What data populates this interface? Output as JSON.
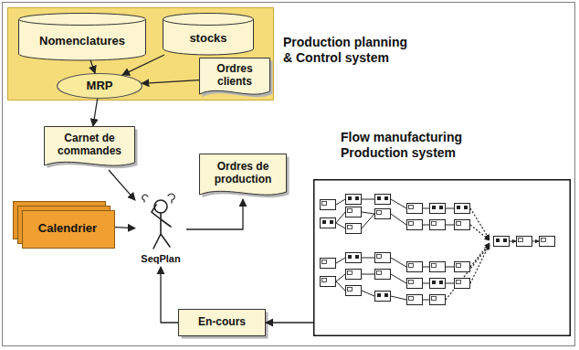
{
  "diagram": {
    "nodes": [
      {
        "text": [
          "Production planning & Control system"
        ]
      },
      {
        "text": [
          "Nomenclatures"
        ],
        "in": 0
      },
      {
        "text": [
          "stocks"
        ],
        "in": 0
      },
      {
        "text": [
          "Ordres clients"
        ],
        "in": 0
      },
      {
        "text": [
          "MRP"
        ],
        "in": 0
      },
      {
        "text": [
          "Carnet de commandes"
        ]
      },
      {
        "text": [
          "Ordres de production"
        ]
      },
      {
        "text": [
          "Calendrier"
        ]
      },
      {
        "text": [
          "SeqPlan"
        ]
      },
      {
        "text": [
          "Flow manufacturing Production system"
        ]
      },
      {
        "text": [
          "En-cours"
        ]
      }
    ],
    "edges": [
      {
        "from": 1,
        "to": 4,
        "arrow": "to"
      },
      {
        "from": 2,
        "to": 4,
        "arrow": "to"
      },
      {
        "from": 3,
        "to": 4,
        "arrow": "to"
      },
      {
        "from": 4,
        "to": 5,
        "arrow": "to"
      },
      {
        "from": 5,
        "to": 8,
        "arrow": "to"
      },
      {
        "from": 7,
        "to": 8,
        "arrow": "to"
      },
      {
        "from": 8,
        "to": 6,
        "arrow": "to"
      },
      {
        "from": 9,
        "to": 10,
        "arrow": "to"
      },
      {
        "from": 10,
        "to": 8,
        "arrow": "to"
      }
    ]
  }
}
